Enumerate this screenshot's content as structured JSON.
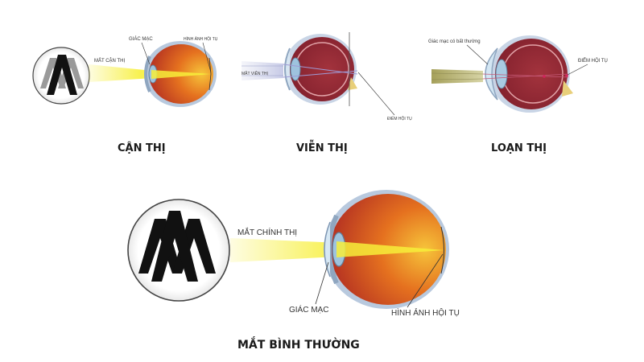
{
  "colors": {
    "sclera_outer": "#b6c6d9",
    "sclera_inner": "#8a2130",
    "retina_hot": "#f2b430",
    "retina_mid": "#e0621c",
    "retina_deep": "#b8321e",
    "light_beam": "#f7ef3a",
    "cornea": "#cfe6f4",
    "lens": "#9ec3de"
  },
  "panels": {
    "myopia": {
      "title": "CẬN THỊ",
      "eye_label": "MẮT CẬN THỊ",
      "cornea_label": "GIÁC MẠC",
      "image_label": "HÌNH ẢNH HỘI TỤ"
    },
    "hyperopia": {
      "title": "VIỄN THỊ",
      "eye_label": "MẮT VIỄN THỊ",
      "focus_label": "ĐIỂM HỘI TỤ"
    },
    "astigmatism": {
      "title": "LOẠN THỊ",
      "cornea_label": "Giác mạc có bất thường",
      "focus_label": "ĐIỂM HỘI TỤ"
    },
    "normal": {
      "title": "MẮT BÌNH THƯỜNG",
      "eye_label": "MẮT CHÍNH THỊ",
      "cornea_label": "GIÁC MẠC",
      "image_label": "HÌNH ẢNH HỘI TỤ"
    }
  },
  "icons": [
    "letter-chart-icon",
    "eye-cross-section-icon"
  ]
}
